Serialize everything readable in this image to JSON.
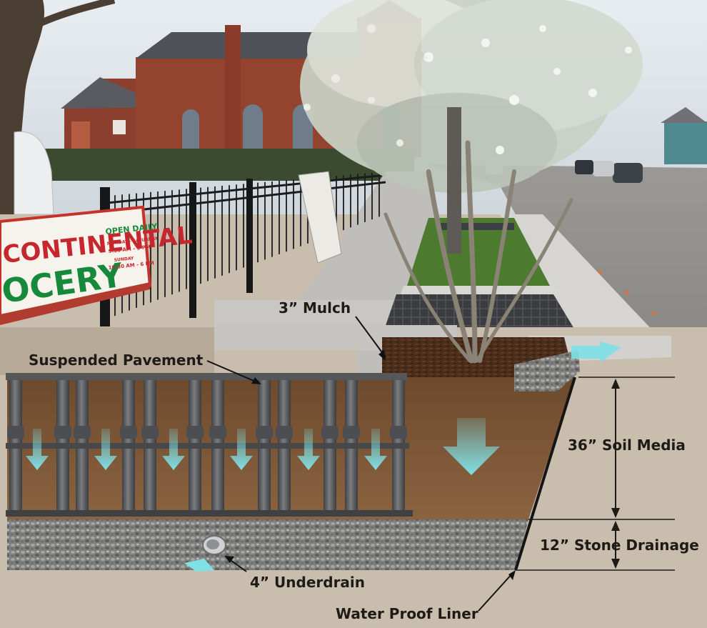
{
  "labels": {
    "mulch": "3” Mulch",
    "suspended_pavement": "Suspended Pavement",
    "soil_media": "36” Soil Media",
    "stone_drainage": "12” Stone Drainage",
    "underdrain": "4” Underdrain",
    "liner": "Water Proof Liner"
  },
  "sign": {
    "line1": "CONTINENTAL",
    "line2": "OCERY",
    "hours_title": "OPEN DAILY",
    "hours_days": "MONDAY - SATURDAY",
    "hours_time": "9:30 AM - 9 PM",
    "sunday": "SUNDAY",
    "sunday_time": "10:30 AM - 6 PM"
  },
  "colors": {
    "soil": "#7a5535",
    "soil_dark": "#5c3e26",
    "stone": "#8a8a88",
    "background": "#c9bdae",
    "pipe": "#5b5d60",
    "water_arrow": "#7fe0e6",
    "sky": "#dfe6ec",
    "concrete": "#c4c4c0"
  }
}
